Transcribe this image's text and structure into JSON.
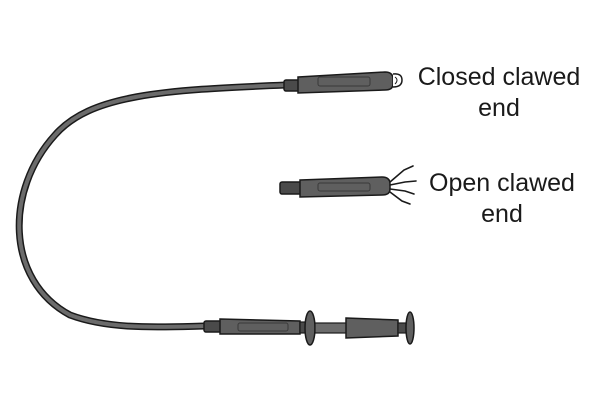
{
  "labels": {
    "closed_end": {
      "line1": "Closed clawed",
      "line2": "end"
    },
    "open_end": {
      "line1": "Open clawed",
      "line2": "end"
    }
  },
  "colors": {
    "outline": "#1a1a1a",
    "cable": "#6b6b6b",
    "tube": "#5f5f5f",
    "tube_dark": "#4a4a4a",
    "background": "#ffffff"
  }
}
